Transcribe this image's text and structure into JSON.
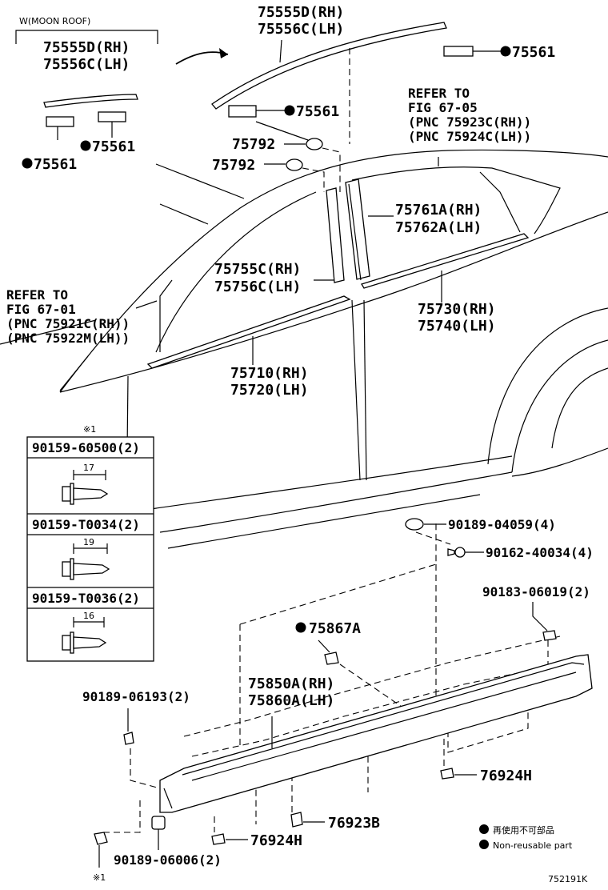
{
  "moon_roof_label": "W(MOON ROOF)",
  "inset": {
    "part_rh": "75555D(RH)",
    "part_lh": "75556C(LH)",
    "clip_a": "75561",
    "clip_b": "75561"
  },
  "roof_molding": {
    "rh": "75555D(RH)",
    "lh": "75556C(LH)"
  },
  "clips": {
    "top_right": "75561",
    "middle": "75561"
  },
  "grommets": {
    "upper": "75792",
    "lower": "75792"
  },
  "ref_rear": {
    "line1": "REFER TO",
    "line2": "FIG 67-05",
    "line3": "(PNC 75923C(RH))",
    "line4": "(PNC 75924C(LH))"
  },
  "ref_front": {
    "line1": "REFER TO",
    "line2": "FIG 67-01",
    "line3": "(PNC 75921C(RH))",
    "line4": "(PNC 75922M(LH))"
  },
  "pillar_rear": {
    "rh": "75761A(RH)",
    "lh": "75762A(LH)"
  },
  "pillar_front": {
    "rh": "75755C(RH)",
    "lh": "75756C(LH)"
  },
  "belt_rear": {
    "rh": "75730(RH)",
    "lh": "75740(LH)"
  },
  "belt_front": {
    "rh": "75710(RH)",
    "lh": "75720(LH)"
  },
  "screw_table": {
    "note_mark": "※1",
    "rows": [
      {
        "part": "90159-60500(2)",
        "dim": "17"
      },
      {
        "part": "90159-T0034(2)",
        "dim": "19"
      },
      {
        "part": "90159-T0036(2)",
        "dim": "16"
      }
    ]
  },
  "rocker": {
    "clip_top": "90189-04059(4)",
    "screw_top": "90162-40034(4)",
    "clip_right": "90183-06019(2)",
    "clip_center": "75867A",
    "panel_rh": "75850A(RH)",
    "panel_lh": "75860A(LH)",
    "clip_left": "90189-06193(2)",
    "clip_lower_right": "76924H",
    "clip_lower_mid": "76923B",
    "clip_lower_left": "76924H",
    "clip_bottom": "90189-06006(2)",
    "bottom_mark": "※1"
  },
  "legend": {
    "japanese": "再使用不可部品",
    "english": "Non-reusable part"
  },
  "figure_id": "752191K"
}
